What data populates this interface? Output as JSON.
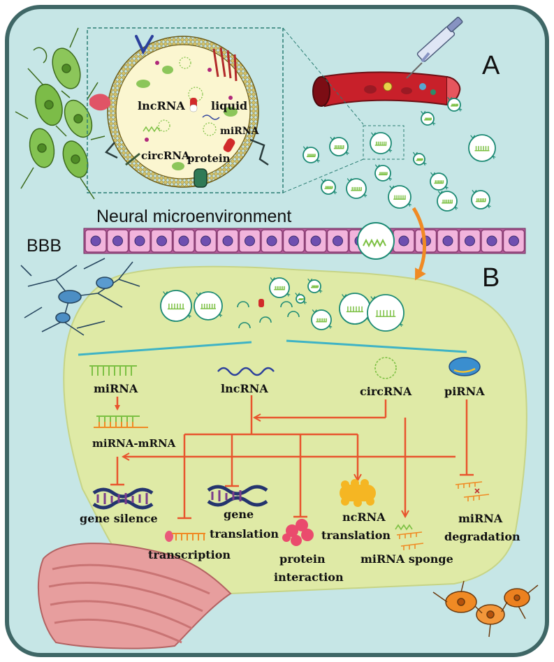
{
  "panel_labels": {
    "a": "A",
    "b": "B"
  },
  "environment": {
    "title": "Neural microenvironment",
    "barrier": "BBB"
  },
  "vesicle_cargo": {
    "lncrna": "lncRNA",
    "liquid": "liquid",
    "mirna": "miRNA",
    "circrna": "circRNA",
    "protein": "protein"
  },
  "ncrna_types": {
    "mirna": "miRNA",
    "lncrna": "lncRNA",
    "circrna": "circRNA",
    "pirna": "piRNA",
    "mirna_mrna": "miRNA-mRNA"
  },
  "outcomes": {
    "gene_silence": "gene silence",
    "gene_translation_1": "gene",
    "gene_translation_2": "translation",
    "transcription": "transcription",
    "protein_interaction_1": "protein",
    "protein_interaction_2": "interaction",
    "ncrna_translation_1": "ncRNA",
    "ncrna_translation_2": "translation",
    "mirna_sponge": "miRNA sponge",
    "mirna_degradation_1": "miRNA",
    "mirna_degradation_2": "degradation"
  },
  "colors": {
    "background": "#c6e6e6",
    "frame": "#3f6766",
    "brain": "#dfeaa6",
    "arrow": "#e8542d",
    "vesicle_edge": "#1c8a74",
    "rna_green": "#7cc043",
    "orange_arrow": "#f08a24"
  }
}
